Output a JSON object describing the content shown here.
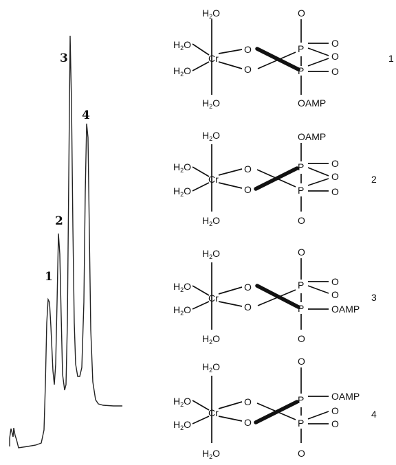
{
  "chromatogram": {
    "peak_labels": [
      "1",
      "2",
      "3",
      "4"
    ]
  },
  "structures": [
    {
      "number": "1",
      "ligands": [
        "H2O",
        "H2O",
        "H2O",
        "H2O"
      ],
      "metal": "Cr",
      "top_substituent": "O",
      "right_upper": "O",
      "right_lower": "O",
      "bottom_substituent": "OAMP"
    },
    {
      "number": "2",
      "ligands": [
        "H2O",
        "H2O",
        "H2O",
        "H2O"
      ],
      "metal": "Cr",
      "top_substituent": "OAMP",
      "right_upper": "O",
      "right_lower": "O",
      "bottom_substituent": "O"
    },
    {
      "number": "3",
      "ligands": [
        "H2O",
        "H2O",
        "H2O",
        "H2O"
      ],
      "metal": "Cr",
      "top_substituent": "O",
      "right_upper": "O",
      "right_lower": "OAMP",
      "bottom_substituent": "O"
    },
    {
      "number": "4",
      "ligands": [
        "H2O",
        "H2O",
        "H2O",
        "H2O"
      ],
      "metal": "Cr",
      "top_substituent": "O",
      "right_upper": "OAMP",
      "right_lower": "O",
      "bottom_substituent": "O"
    }
  ],
  "atoms": {
    "P": "P",
    "O": "O",
    "water_H": "H",
    "water_sub": "2",
    "water_O": "O"
  }
}
